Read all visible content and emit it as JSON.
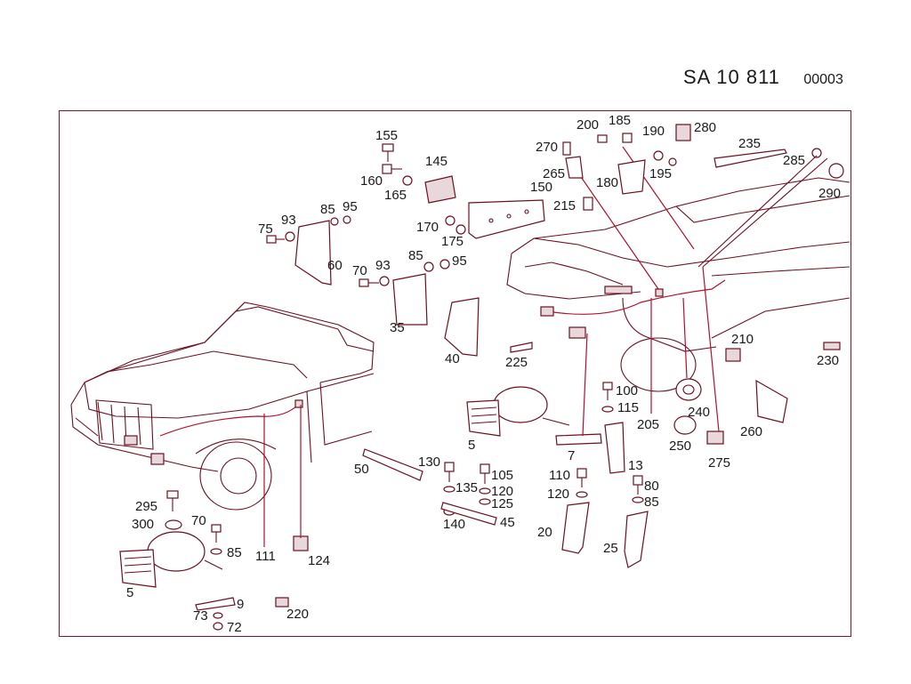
{
  "header": {
    "code": "SA   10 811",
    "sheet": "00003"
  },
  "labels": {
    "l155": "155",
    "l145": "145",
    "l160": "160",
    "l165": "165",
    "l150": "150",
    "l170": "170",
    "l175": "175",
    "l200": "200",
    "l185": "185",
    "l190": "190",
    "l280": "280",
    "l270": "270",
    "l265": "265",
    "l180": "180",
    "l195": "195",
    "l215": "215",
    "l235": "235",
    "l285": "285",
    "l290": "290",
    "l85a": "85",
    "l95a": "95",
    "l75": "75",
    "l93a": "93",
    "l60": "60",
    "l70a": "70",
    "l93b": "93",
    "l85b": "85",
    "l95b": "95",
    "l35": "35",
    "l40": "40",
    "l225": "225",
    "l210": "210",
    "l230": "230",
    "l100": "100",
    "l115": "115",
    "l205": "205",
    "l240": "240",
    "l250": "250",
    "l260": "260",
    "l275": "275",
    "l5a": "5",
    "l7": "7",
    "l13": "13",
    "l50": "50",
    "l130": "130",
    "l135": "135",
    "l105": "105",
    "l120a": "120",
    "l125": "125",
    "l140": "140",
    "l45": "45",
    "l110": "110",
    "l120b": "120",
    "l80": "80",
    "l85c": "85",
    "l20": "20",
    "l25": "25",
    "l295": "295",
    "l300": "300",
    "l70b": "70",
    "l85d": "85",
    "l111": "111",
    "l124": "124",
    "l5b": "5",
    "l9": "9",
    "l73": "73",
    "l72": "72",
    "l220": "220"
  }
}
